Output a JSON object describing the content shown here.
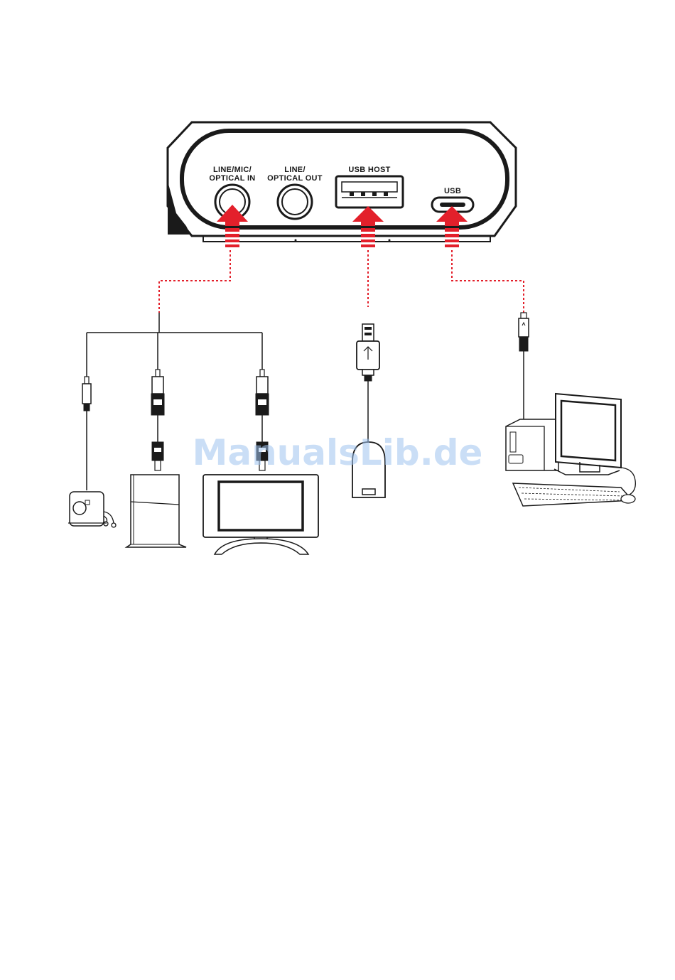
{
  "device": {
    "ports": {
      "line_in": {
        "line1": "LINE/MIC/",
        "line2": "OPTICAL IN"
      },
      "line_out": {
        "line1": "LINE/",
        "line2": "OPTICAL OUT"
      },
      "usb_host": {
        "label": "USB HOST"
      },
      "usb": {
        "label": "USB"
      }
    }
  },
  "colors": {
    "arrow": "#e3202b",
    "line": "#1a1a1a"
  },
  "watermark": {
    "text": "ManualsLib.de"
  }
}
